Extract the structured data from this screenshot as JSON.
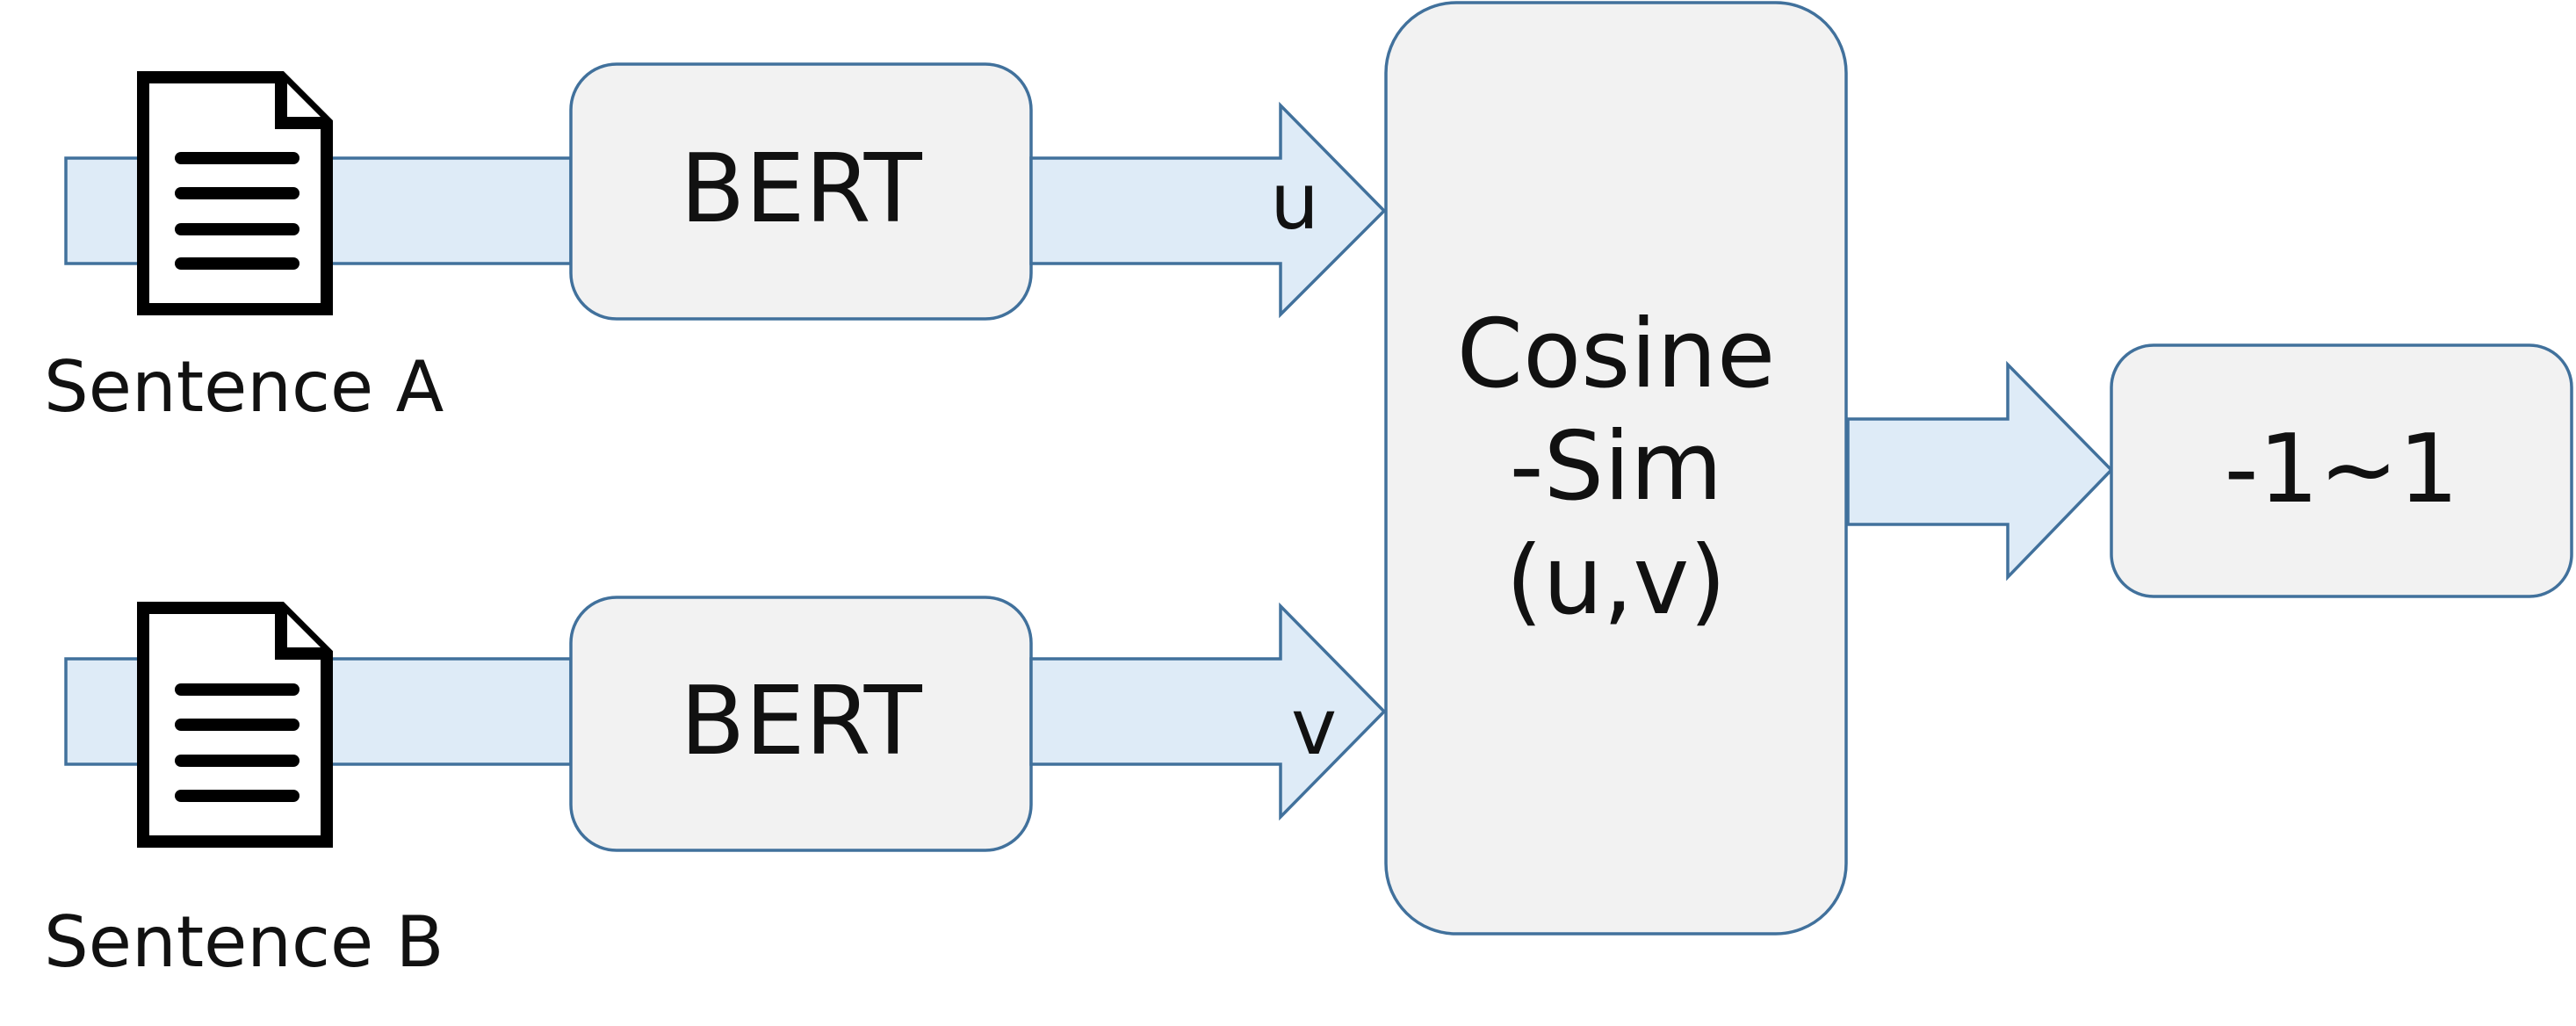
{
  "diagram": {
    "inputs": [
      {
        "label": "Sentence A",
        "encoder": "BERT",
        "vector": "u"
      },
      {
        "label": "Sentence B",
        "encoder": "BERT",
        "vector": "v"
      }
    ],
    "similarity": {
      "line1": "Cosine",
      "line2": "-Sim",
      "line3": "(u,v)"
    },
    "output": "-1~1",
    "colors": {
      "arrow_fill": "#deebf7",
      "border": "#41719c",
      "box_fill": "#f2f2f2",
      "document": "#000000"
    }
  }
}
